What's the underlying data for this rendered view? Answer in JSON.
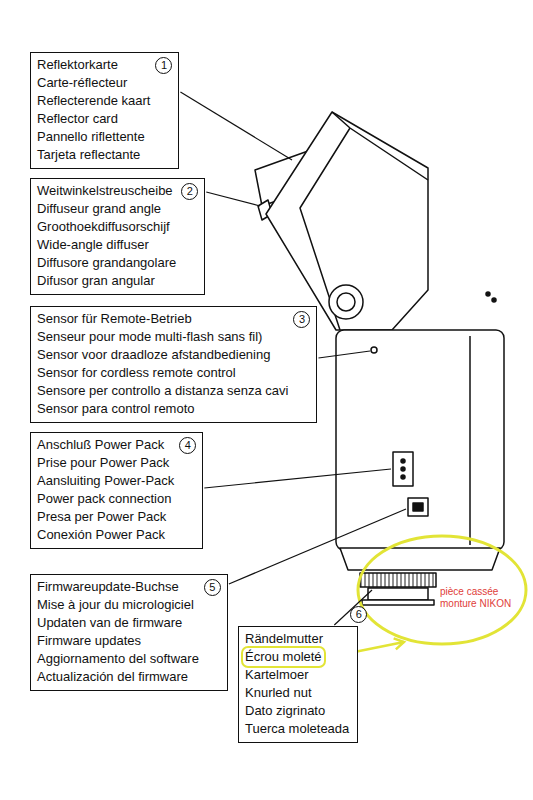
{
  "diagram": {
    "nodes": [
      {
        "text": [
          "Reflektorkarte",
          "Carte-réflecteur",
          "Reflecterende kaart",
          "Reflector card",
          "Pannello riflettente",
          "Tarjeta reflectante",
          "1"
        ]
      },
      {
        "text": [
          "Weitwinkelstreuscheibe",
          "Diffuseur grand angle",
          "Groothoekdiffusorschijf",
          "Wide-angle diffuser",
          "Diffusore grandangolare",
          "Difusor gran angular",
          "2"
        ]
      },
      {
        "text": [
          "Sensor für Remote-Betrieb",
          "Senseur pour mode multi-flash sans fil)",
          "Sensor voor draadloze afstandbediening",
          "Sensor for cordless remote control",
          "Sensore per controllo a distanza senza cavi",
          "Sensor para control remoto",
          "3"
        ]
      },
      {
        "text": [
          "Anschluß Power Pack",
          "Prise pour Power Pack",
          "Aansluiting Power-Pack",
          "Power pack connection",
          "Presa per Power Pack",
          "Conexión Power Pack",
          "4"
        ]
      },
      {
        "text": [
          "Firmwareupdate-Buchse",
          "Mise à jour du micrologiciel",
          "Updaten van de firmware",
          "Firmware updates",
          "Aggiornamento del software",
          "Actualización del firmware",
          "5"
        ]
      },
      {
        "text": [
          "Rändelmutter",
          "Écrou moleté",
          "Kartelmoer",
          "Knurled nut",
          "Dato zigrinato",
          "Tuerca moleteada",
          "6"
        ]
      }
    ],
    "labels": [
      "pièce cassée monture NIKON"
    ]
  }
}
